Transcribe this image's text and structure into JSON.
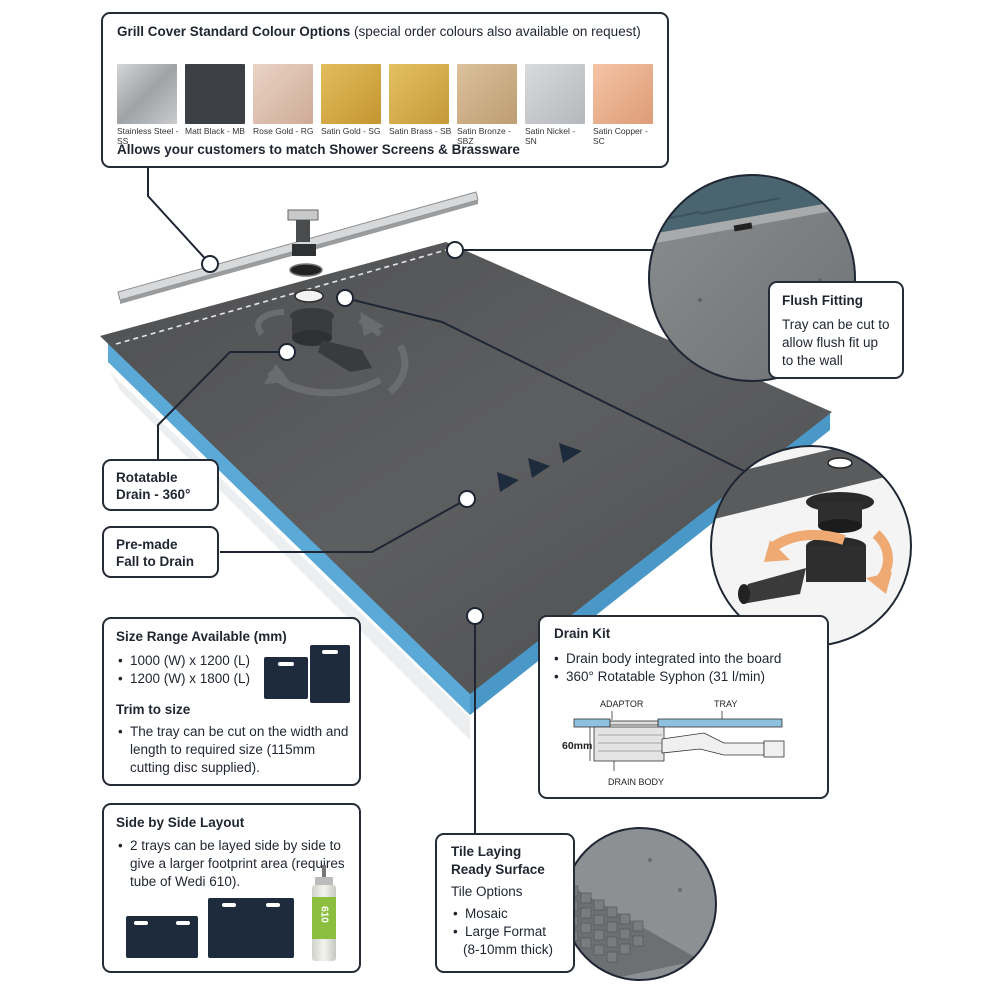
{
  "colours": {
    "title": "Grill Cover Standard Colour Options",
    "title_note": "(special order colours also available on request)",
    "swatches": [
      {
        "label": "Stainless Steel - SS",
        "color": "#b9bcbf"
      },
      {
        "label": "Matt Black - MB",
        "color": "#3c3f43"
      },
      {
        "label": "Rose Gold - RG",
        "color": "#dcbfae"
      },
      {
        "label": "Satin Gold - SG",
        "color": "#d2a53d"
      },
      {
        "label": "Satin Brass - SB",
        "color": "#d3aa48"
      },
      {
        "label": "Satin Bronze - SBZ",
        "color": "#ccae86"
      },
      {
        "label": "Satin Nickel - SN",
        "color": "#c6c8ca"
      },
      {
        "label": "Satin Copper - SC",
        "color": "#eab08d"
      }
    ],
    "footer": "Allows your customers to match Shower Screens & Brassware"
  },
  "flush": {
    "title": "Flush Fitting",
    "body": "Tray can be cut to allow flush fit up to the wall"
  },
  "rotatable": {
    "line1": "Rotatable",
    "line2": "Drain - 360°"
  },
  "premade": {
    "line1": "Pre-made",
    "line2": "Fall to Drain"
  },
  "size": {
    "title": "Size Range Available (mm)",
    "sizes": [
      "1000 (W) x 1200 (L)",
      "1200 (W) x 1800 (L)"
    ],
    "trim_title": "Trim to size",
    "trim_body": "The tray can be cut on the width and length to required size (115mm cutting disc supplied)."
  },
  "drainkit": {
    "title": "Drain Kit",
    "items": [
      "Drain body integrated into the board",
      "360° Rotatable Syphon (31 l/min)"
    ],
    "diagram": {
      "adaptor": "ADAPTOR",
      "tray": "TRAY",
      "depth": "60mm",
      "body": "DRAIN BODY"
    }
  },
  "side": {
    "title": "Side by Side Layout",
    "body": "2 trays can be layed side by side to give a larger footprint area (requires tube of Wedi 610).",
    "tube_label": "610"
  },
  "tile": {
    "title1": "Tile Laying",
    "title2": "Ready Surface",
    "subtitle": "Tile Options",
    "items": [
      "Mosaic",
      "Large Format"
    ],
    "note": "(8-10mm thick)"
  },
  "palette": {
    "tray": "#58595b",
    "tray_edge": "#5aa9d6",
    "navy": "#1e2b3c",
    "arrow": "#eeaa72"
  }
}
